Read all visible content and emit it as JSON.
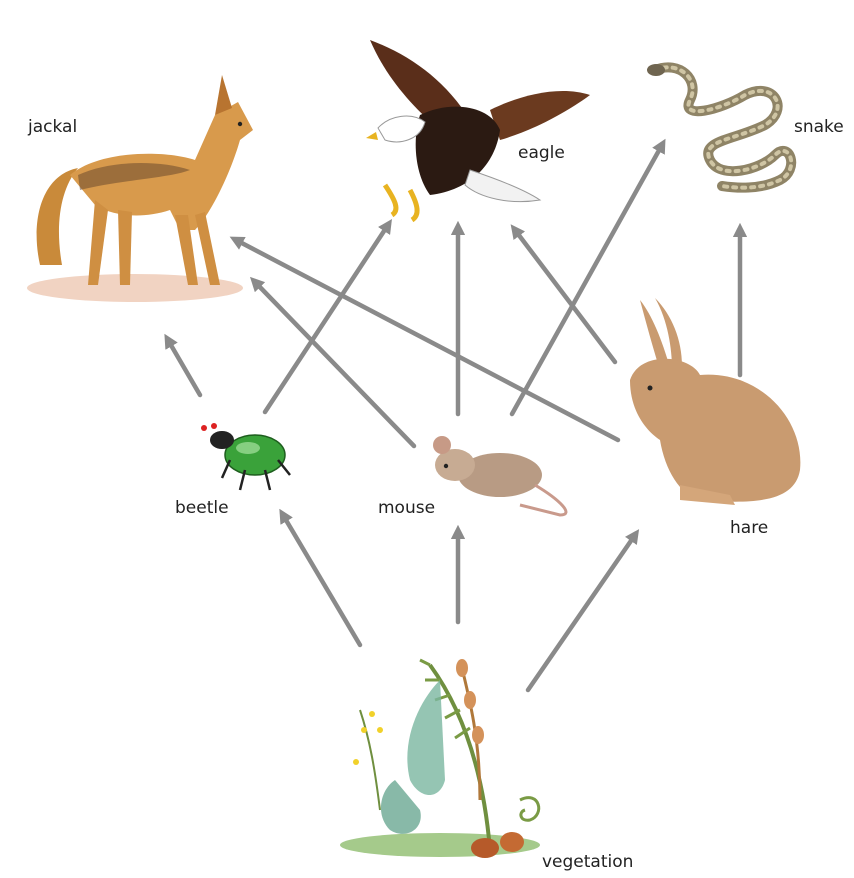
{
  "organisms": {
    "jackal": {
      "label": "jackal"
    },
    "eagle": {
      "label": "eagle"
    },
    "snake": {
      "label": "snake"
    },
    "beetle": {
      "label": "beetle"
    },
    "mouse": {
      "label": "mouse"
    },
    "hare": {
      "label": "hare"
    },
    "vegetation": {
      "label": "vegetation"
    }
  },
  "links": [
    {
      "from": "vegetation",
      "to": "beetle"
    },
    {
      "from": "vegetation",
      "to": "mouse"
    },
    {
      "from": "vegetation",
      "to": "hare"
    },
    {
      "from": "beetle",
      "to": "jackal"
    },
    {
      "from": "beetle",
      "to": "eagle"
    },
    {
      "from": "mouse",
      "to": "jackal"
    },
    {
      "from": "mouse",
      "to": "eagle"
    },
    {
      "from": "mouse",
      "to": "snake"
    },
    {
      "from": "hare",
      "to": "jackal"
    },
    {
      "from": "hare",
      "to": "eagle"
    },
    {
      "from": "hare",
      "to": "snake"
    }
  ],
  "colors": {
    "arrow": "#8a8a8a",
    "label": "#222222"
  }
}
